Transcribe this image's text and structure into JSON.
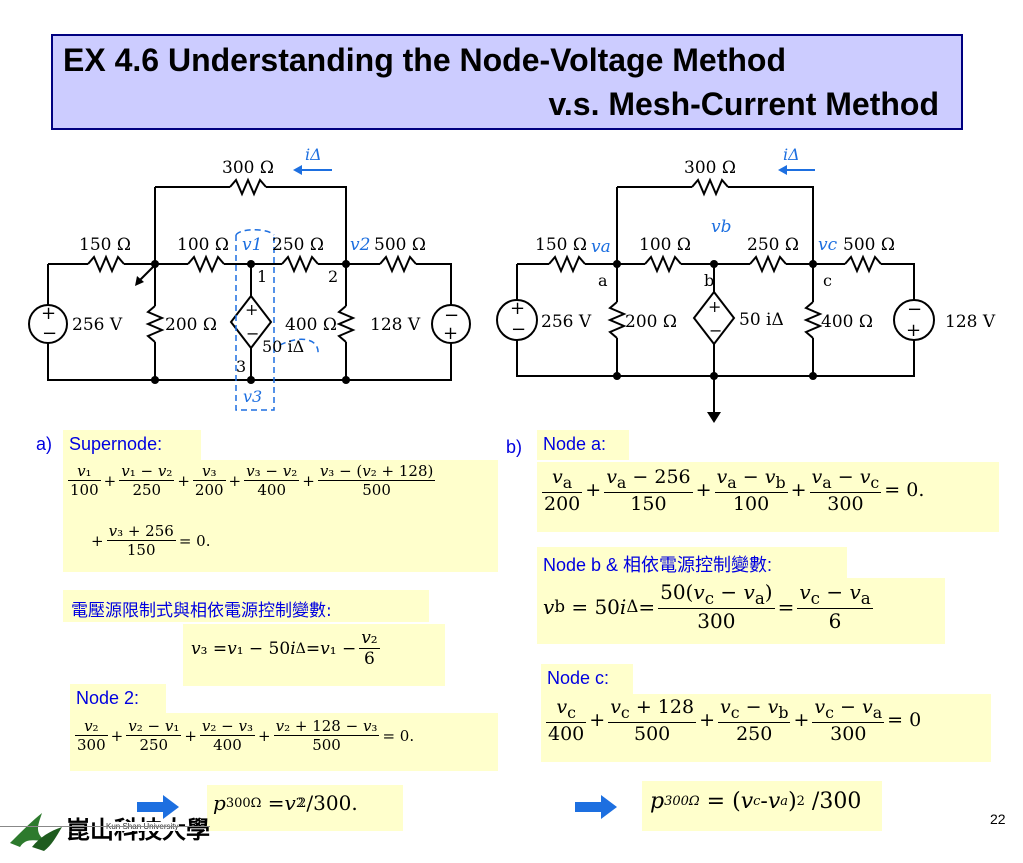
{
  "title": {
    "line1": "EX 4.6  Understanding the Node-Voltage Method",
    "line2": "v.s. Mesh-Current Method"
  },
  "left_circuit": {
    "r300": "300 Ω",
    "i_delta": "iΔ",
    "r150": "150 Ω",
    "r100": "100 Ω",
    "v1": "v1",
    "r250": "250 Ω",
    "v2": "v2",
    "r500": "500 Ω",
    "node1": "1",
    "node2": "2",
    "node3": "3",
    "src256": "256 V",
    "r200": "200 Ω",
    "r400": "400 Ω",
    "src128": "128 V",
    "dep": "50 iΔ",
    "v3": "v3"
  },
  "right_circuit": {
    "r300": "300 Ω",
    "i_delta": "iΔ",
    "r150": "150 Ω",
    "va": "va",
    "r100": "100 Ω",
    "vb": "vb",
    "r250": "250 Ω",
    "vc": "vc",
    "r500": "500 Ω",
    "na": "a",
    "nb": "b",
    "nc": "c",
    "src256": "256 V",
    "r200": "200 Ω",
    "dep": "50 iΔ",
    "r400": "400 Ω",
    "src128": "128 V"
  },
  "part_a": {
    "marker": "a)",
    "supernode_label": "Supernode:",
    "cjk_label": "電壓源限制式與相依電源控制變數:",
    "node2_label": "Node 2:"
  },
  "part_b": {
    "marker": "b)",
    "node_a_label": "Node a:",
    "node_b_label": "Node b & 相依電源控制變數:",
    "node_c_label": "Node c:"
  },
  "footer": {
    "university_en": "Kun Shan University",
    "university_zh": "崑山科技大學",
    "page_number": "22"
  },
  "colors": {
    "title_bg": "#ccccff",
    "title_border": "#000080",
    "equation_bg": "#ffffcc",
    "accent_blue": "#0000e0",
    "arrow_blue": "#1d6fe0"
  }
}
